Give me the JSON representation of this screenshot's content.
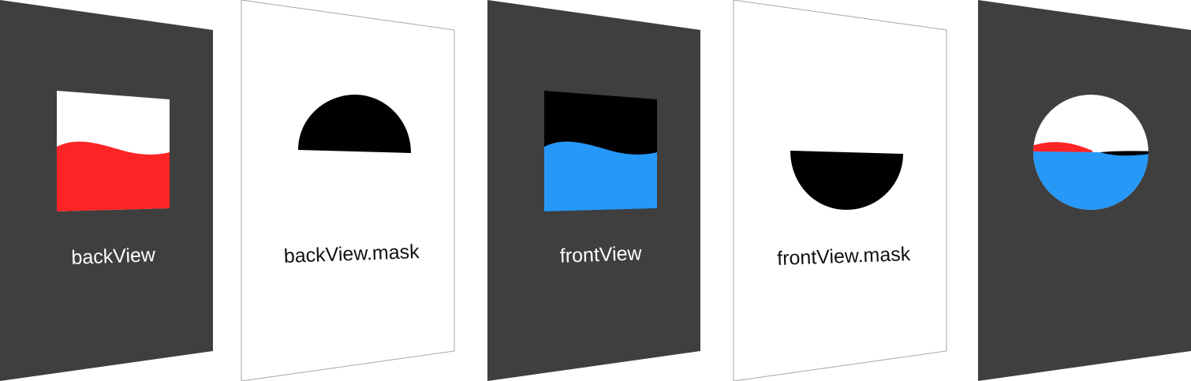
{
  "panels": [
    {
      "label": "backView",
      "theme": "dark",
      "layer": "wave"
    },
    {
      "label": "backView.mask",
      "theme": "light",
      "layer": "upper-half-disc"
    },
    {
      "label": "frontView",
      "theme": "dark",
      "layer": "wave"
    },
    {
      "label": "frontView.mask",
      "theme": "light",
      "layer": "lower-half-disc"
    },
    {
      "label": "",
      "theme": "dark",
      "layer": "composite-circle"
    }
  ],
  "colors": {
    "dark_panel": "#3f3f3f",
    "light_panel": "#ffffff",
    "panel_border": "#a6a6a6",
    "back_wave_fill": "#fc2424",
    "back_wave_background": "#ffffff",
    "front_wave_fill": "#2598f8",
    "front_wave_background": "#000000",
    "mask_fill": "#000000",
    "dark_label_text": "#ffffff",
    "light_label_text": "#111111"
  }
}
